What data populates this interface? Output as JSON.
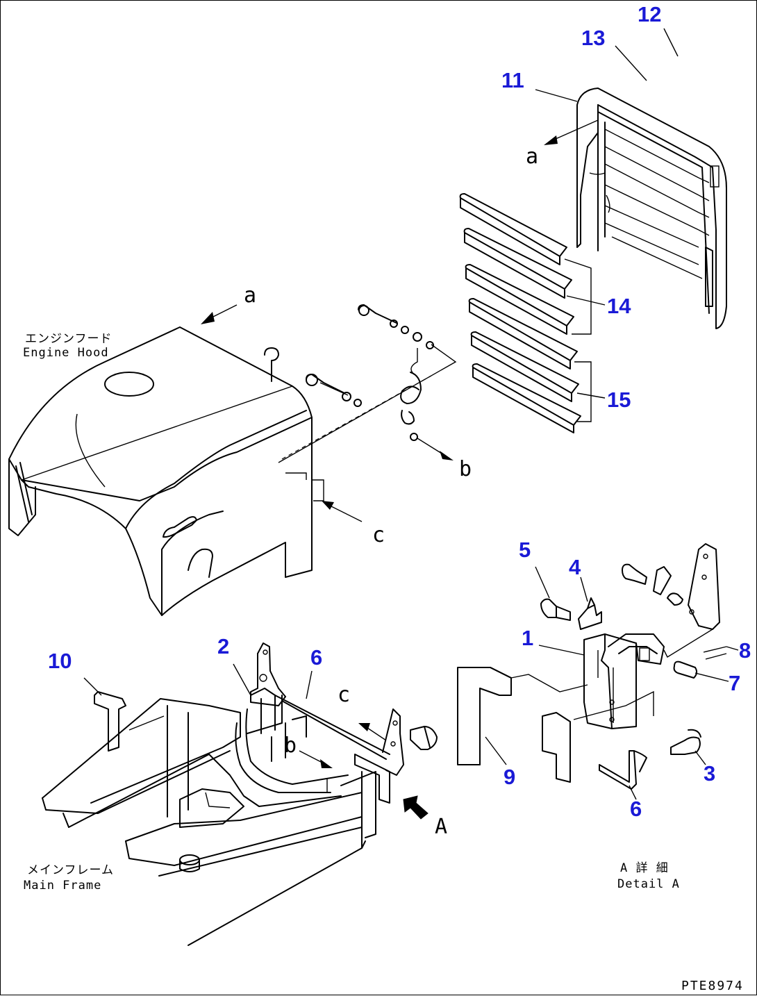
{
  "callouts": [
    "1",
    "2",
    "3",
    "4",
    "5",
    "6",
    "6",
    "7",
    "8",
    "9",
    "10",
    "11",
    "12",
    "13",
    "14",
    "15"
  ],
  "view_letters": {
    "a1": "a",
    "a2": "a",
    "b1": "b",
    "b2": "b",
    "c1": "c",
    "c2": "c",
    "A": "A"
  },
  "labels": {
    "engine_hood_jp": "エンジンフード",
    "engine_hood_en": "Engine Hood",
    "main_frame_jp": "メインフレーム",
    "main_frame_en": "Main Frame",
    "detail_jp": "A 詳 細",
    "detail_en": "Detail A"
  },
  "figure_code": "PTE8974",
  "colors": {
    "callout": "#1a1ad6",
    "line": "#000000"
  }
}
